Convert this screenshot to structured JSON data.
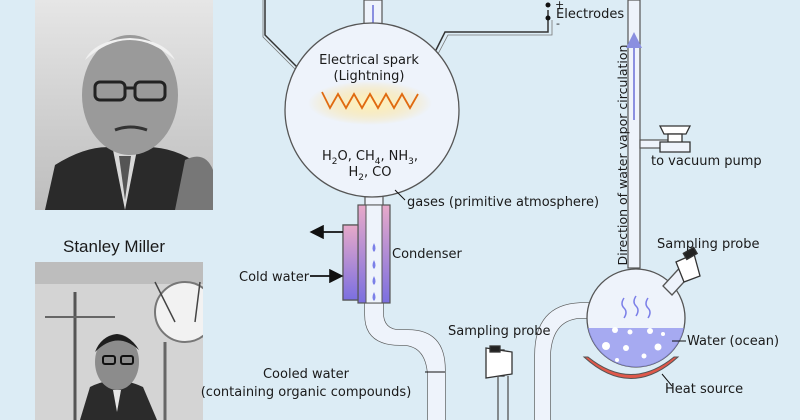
{
  "person_caption": "Stanley Miller",
  "labels": {
    "electrodes": "Electrodes",
    "plus": "+",
    "minus": "-",
    "spark_line1": "Electrical spark",
    "spark_line2": "(Lightning)",
    "gases": "gases (primitive atmosphere)",
    "condenser": "Condenser",
    "cold_water": "Cold water",
    "cooled_line1": "Cooled water",
    "cooled_line2": "(containing organic compounds)",
    "sampling_probe_bottom": "Sampling probe",
    "sampling_probe_right": "Sampling probe",
    "water_ocean": "Water (ocean)",
    "heat_source": "Heat source",
    "vacuum": "to vacuum pump",
    "circulation": "Direction of water vapor circulation"
  },
  "formula": {
    "line1": [
      [
        "H",
        "2",
        "O,"
      ],
      [
        "CH",
        "4",
        ","
      ],
      [
        "NH",
        "3",
        ","
      ]
    ],
    "line2": [
      [
        "H",
        "2",
        ","
      ],
      [
        "CO",
        "",
        ""
      ]
    ]
  },
  "colors": {
    "background": "#dcecf5",
    "flask_fill": "#eef3fb",
    "glass_stroke": "#555555",
    "flow_arrow": "#8a8fe0",
    "spark_zigzag": "#e06a10",
    "spark_glow": "#ffd76a",
    "condenser_top": "#e7a9c9",
    "condenser_bottom": "#7b6fe0",
    "water": "#8e92ee",
    "heat_source": "#e0584a"
  }
}
